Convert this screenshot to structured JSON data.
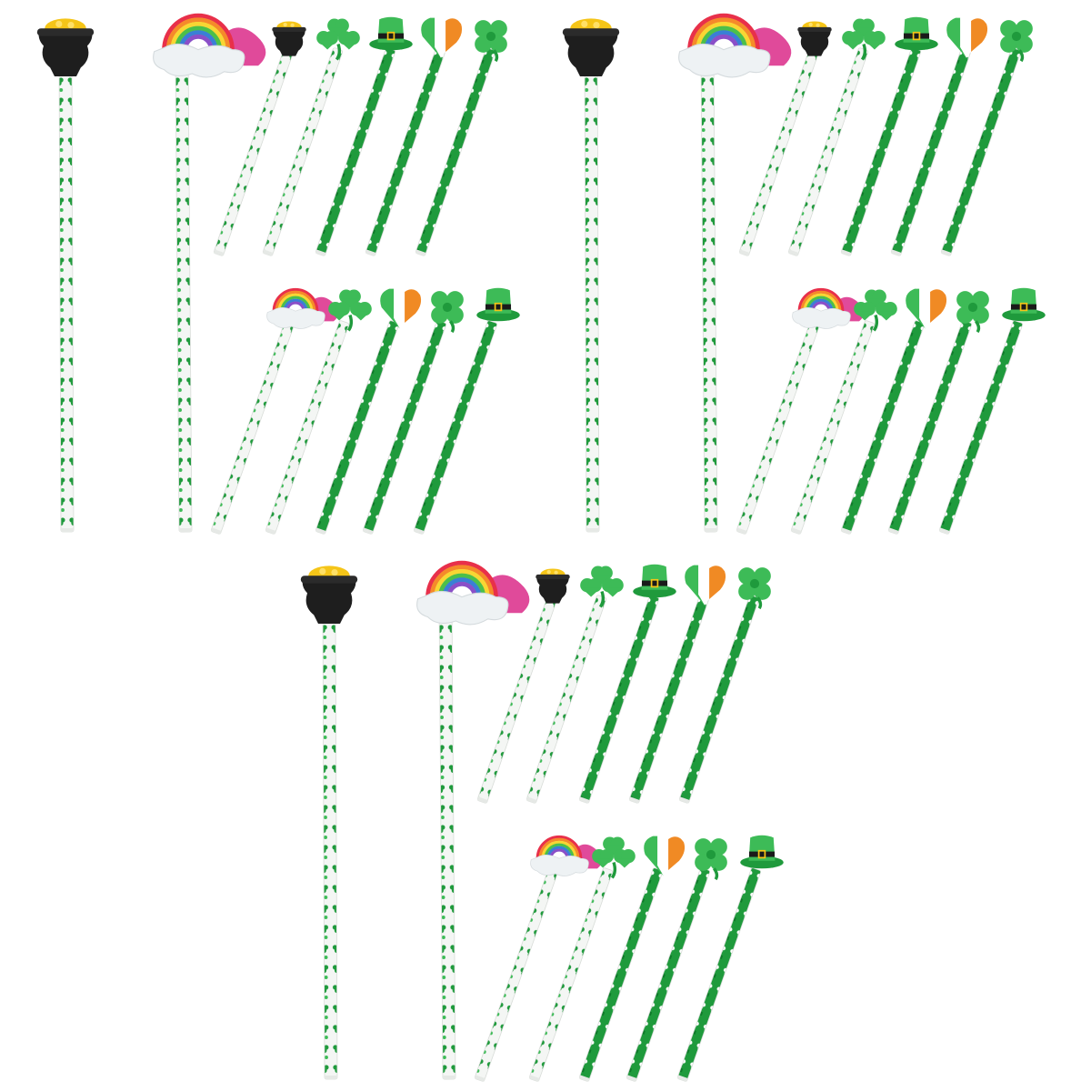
{
  "image": {
    "description_name": "st-patricks-pencil-set",
    "background": "#ffffff"
  },
  "colors": {
    "green": "#1f9a3c",
    "green_dark": "#0f7a2a",
    "green_light": "#3dbb57",
    "pot_black": "#1e1e1e",
    "gold": "#f5c518",
    "pencil_white": "#f4f6f4",
    "irish_orange": "#f08a24",
    "rainbow": [
      "#e8304a",
      "#f58a2a",
      "#f8d633",
      "#4cbf4a",
      "#3a7fd5",
      "#8a4fc8"
    ],
    "cloud": "#eef2f4",
    "pink": "#e04a9a"
  },
  "groups": [
    {
      "id": "top-left",
      "large": [
        "pot",
        "rainbow"
      ],
      "row1": [
        "pot",
        "shamrock",
        "hat",
        "flag-heart",
        "clover"
      ],
      "row2": [
        "rainbow",
        "shamrock",
        "flag-heart",
        "clover",
        "hat"
      ]
    },
    {
      "id": "top-right",
      "large": [
        "pot",
        "rainbow"
      ],
      "row1": [
        "pot",
        "shamrock",
        "hat",
        "flag-heart",
        "clover"
      ],
      "row2": [
        "rainbow",
        "shamrock",
        "flag-heart",
        "clover",
        "hat"
      ]
    },
    {
      "id": "bottom",
      "large": [
        "pot",
        "rainbow"
      ],
      "row1": [
        "pot",
        "shamrock",
        "hat",
        "flag-heart",
        "clover"
      ],
      "row2": [
        "rainbow",
        "shamrock",
        "flag-heart",
        "clover",
        "hat"
      ]
    }
  ]
}
